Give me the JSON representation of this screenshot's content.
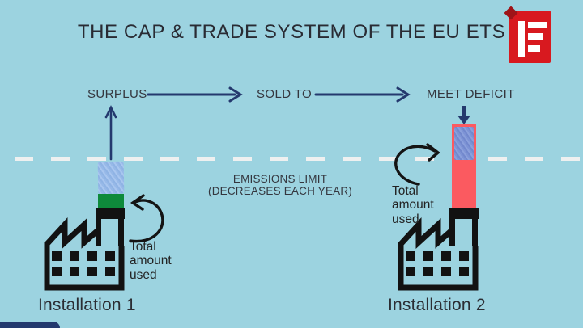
{
  "title": "THE CAP & TRADE SYSTEM OF THE EU ETS",
  "logo": {
    "name": "E-logo",
    "color": "#d8191f"
  },
  "flow": {
    "surplus_label": "SURPLUS",
    "sold_to_label": "SOLD TO",
    "meet_deficit_label": "MEET DEFICIT"
  },
  "emissions_limit": {
    "line1": "EMISSIONS LIMIT",
    "line2": "(DECREASES EACH YEAR)"
  },
  "installations": [
    {
      "label": "Installation 1",
      "annotation": [
        "Total",
        "amount",
        "used"
      ],
      "surplus_block_color": "#0e8a3b",
      "unused_allowance_color": "#94b8e6"
    },
    {
      "label": "Installation 2",
      "annotation": [
        "Total",
        "amount",
        "used"
      ],
      "deficit_bar_color": "#fb5a60",
      "bought_allowance_color": "#7d92d3"
    }
  ],
  "colors": {
    "background": "#9cd3e0",
    "arrow_navy": "#24396e",
    "dash_line": "#eef0f0",
    "text_dark": "#34363e",
    "factory_black": "#121212"
  }
}
